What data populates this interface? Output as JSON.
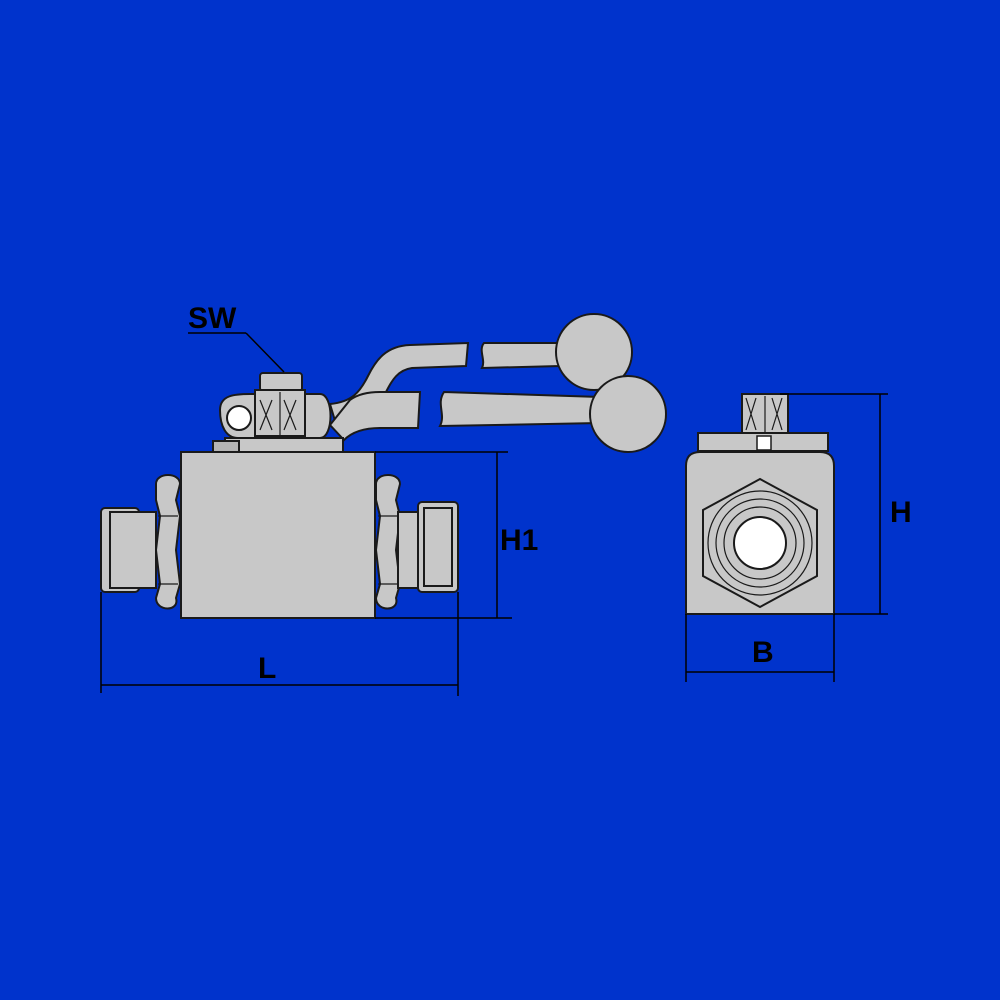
{
  "colors": {
    "background": "#0033cc",
    "part_fill": "#c8c8c8",
    "outline": "#1a1a1a",
    "bore": "#ffffff"
  },
  "labels": {
    "sw": "SW",
    "h1": "H1",
    "l": "L",
    "h": "H",
    "b": "B"
  }
}
